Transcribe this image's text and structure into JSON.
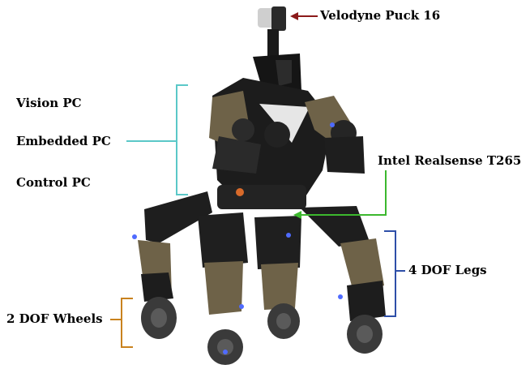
{
  "labels": {
    "lidar": "Velodyne Puck 16",
    "vision_pc": "Vision PC",
    "embedded_pc": "Embedded PC",
    "control_pc": "Control PC",
    "realsense": "Intel Realsense T265",
    "legs": "4 DOF Legs",
    "wheels": "2 DOF Wheels"
  },
  "colors": {
    "lidar_arrow": "#8b1a1a",
    "pc_bracket": "#5bc8c8",
    "realsense_arrow": "#3cb82e",
    "legs_bracket": "#2e4fa8",
    "wheels_bracket": "#c9821e",
    "robot_body": "#1e1e1e",
    "robot_bronze": "#6e6248",
    "led": "#4f6bff"
  }
}
